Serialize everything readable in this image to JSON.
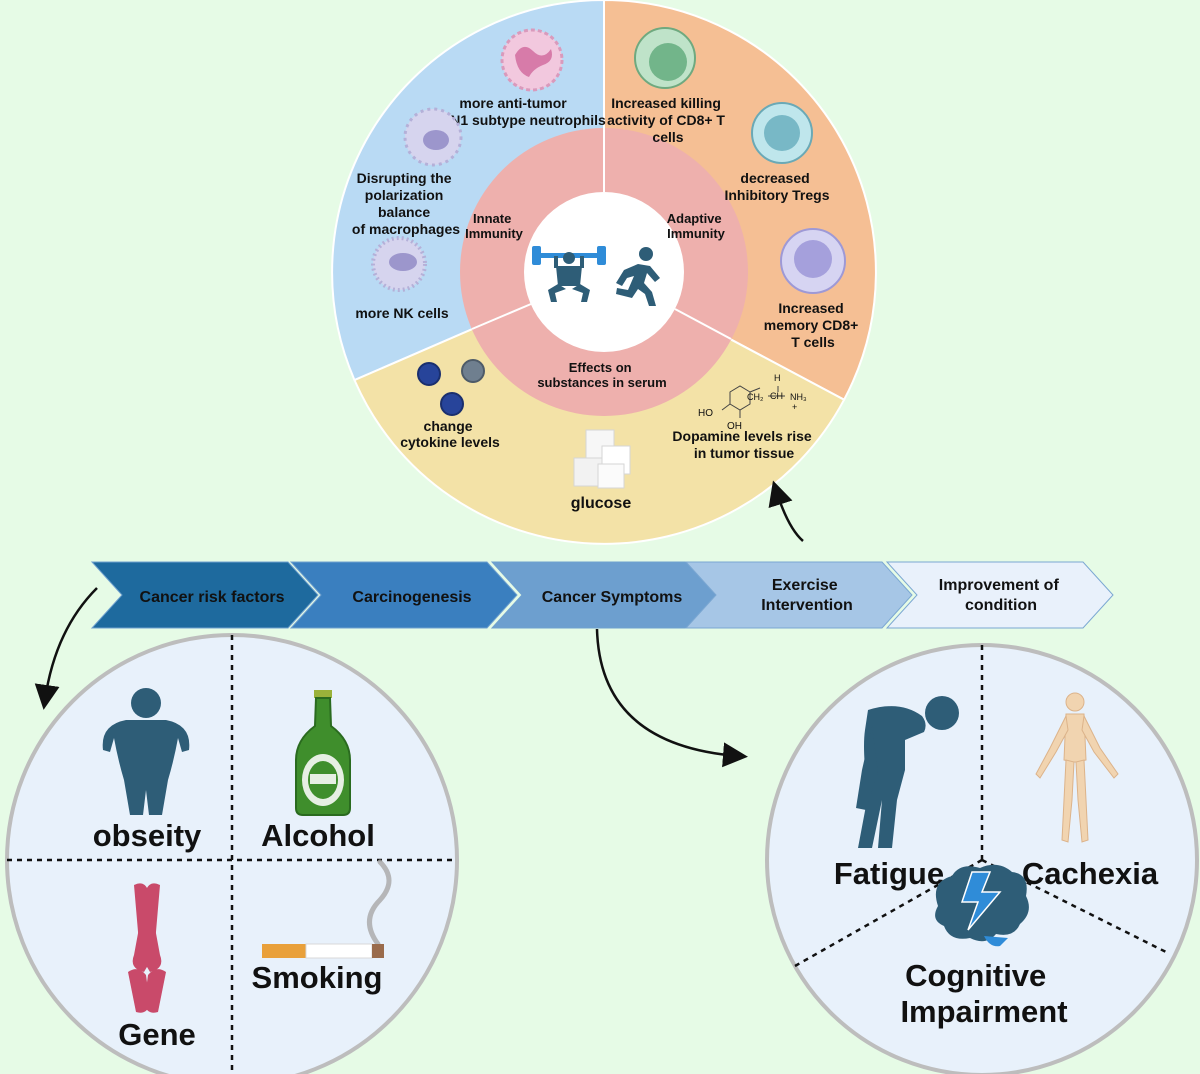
{
  "wheel": {
    "inner_left": [
      "Innate",
      "Immunity"
    ],
    "inner_right": [
      "Adaptive",
      "Immunity"
    ],
    "inner_bottom": [
      "Effects on",
      "substances in serum"
    ],
    "neutrophils": [
      "more anti-tumor",
      "N1 subtype neutrophils"
    ],
    "macrophages": [
      "Disrupting the",
      "polarization",
      "balance",
      "of macrophages"
    ],
    "nk": "more NK cells",
    "cd8_killing": [
      "Increased killing",
      "activity of CD8+ T",
      "cells"
    ],
    "tregs": [
      "decreased",
      "Inhibitory Tregs"
    ],
    "memory": [
      "Increased",
      "memory CD8+",
      "T cells"
    ],
    "cytokine": [
      "change",
      "cytokine levels"
    ],
    "glucose": "glucose",
    "dopamine": [
      "Dopamine levels rise",
      "in tumor tissue"
    ],
    "dopamine_formula": {
      "ho1": "HO",
      "oh": "OH",
      "ch2": "CH₂",
      "ch": "CH",
      "nh3": "NH₃",
      "h": "H",
      "plus": "+"
    }
  },
  "flow": {
    "steps": [
      {
        "lines": [
          "Cancer risk factors"
        ],
        "color": "#1e6a9e"
      },
      {
        "lines": [
          "Carcinogenesis"
        ],
        "color": "#3a7fbf"
      },
      {
        "lines": [
          "Cancer Symptoms"
        ],
        "color": "#6d9fcf"
      },
      {
        "lines": [
          "Exercise",
          "Intervention"
        ],
        "color": "#a6c6e6"
      },
      {
        "lines": [
          "Improvement of",
          "condition"
        ],
        "color": "#e9f1fb"
      }
    ]
  },
  "risk": {
    "obesity": "obseity",
    "alcohol": "Alcohol",
    "gene": "Gene",
    "smoking": "Smoking"
  },
  "symptoms": {
    "fatigue": "Fatigue",
    "cachexia": "Cachexia",
    "cognitive": [
      "Cognitive",
      "Impairment"
    ]
  },
  "colors": {
    "background": "#e6fbe6",
    "innate_quadrant": "#b9daf4",
    "adaptive_quadrant": "#f5bf94",
    "serum_quadrant": "#f3e2a7",
    "inner_ring": "#eeb0ad",
    "circle_fill": "#e8f1fb",
    "circle_border": "#bdbdbd",
    "icon_dark": "#2e5d77"
  }
}
